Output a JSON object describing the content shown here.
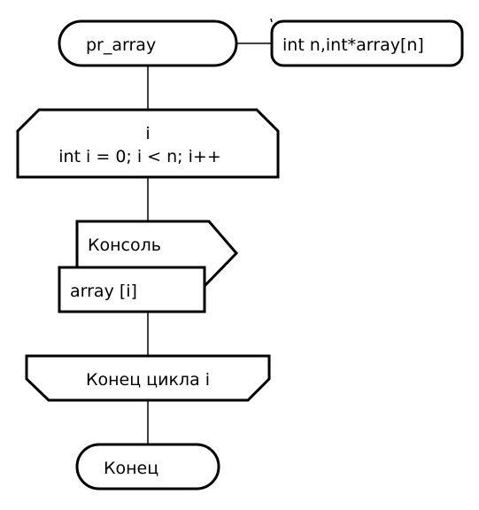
{
  "start": {
    "label": "pr_array"
  },
  "params": {
    "label": "int n,int*array[n]"
  },
  "loop_start": {
    "variable": "i",
    "condition": "int i = 0; i < n; i++"
  },
  "output": {
    "device": "Консоль",
    "value": "array [i]"
  },
  "loop_end": {
    "label": "Конец цикла i"
  },
  "end": {
    "label": "Конец"
  }
}
